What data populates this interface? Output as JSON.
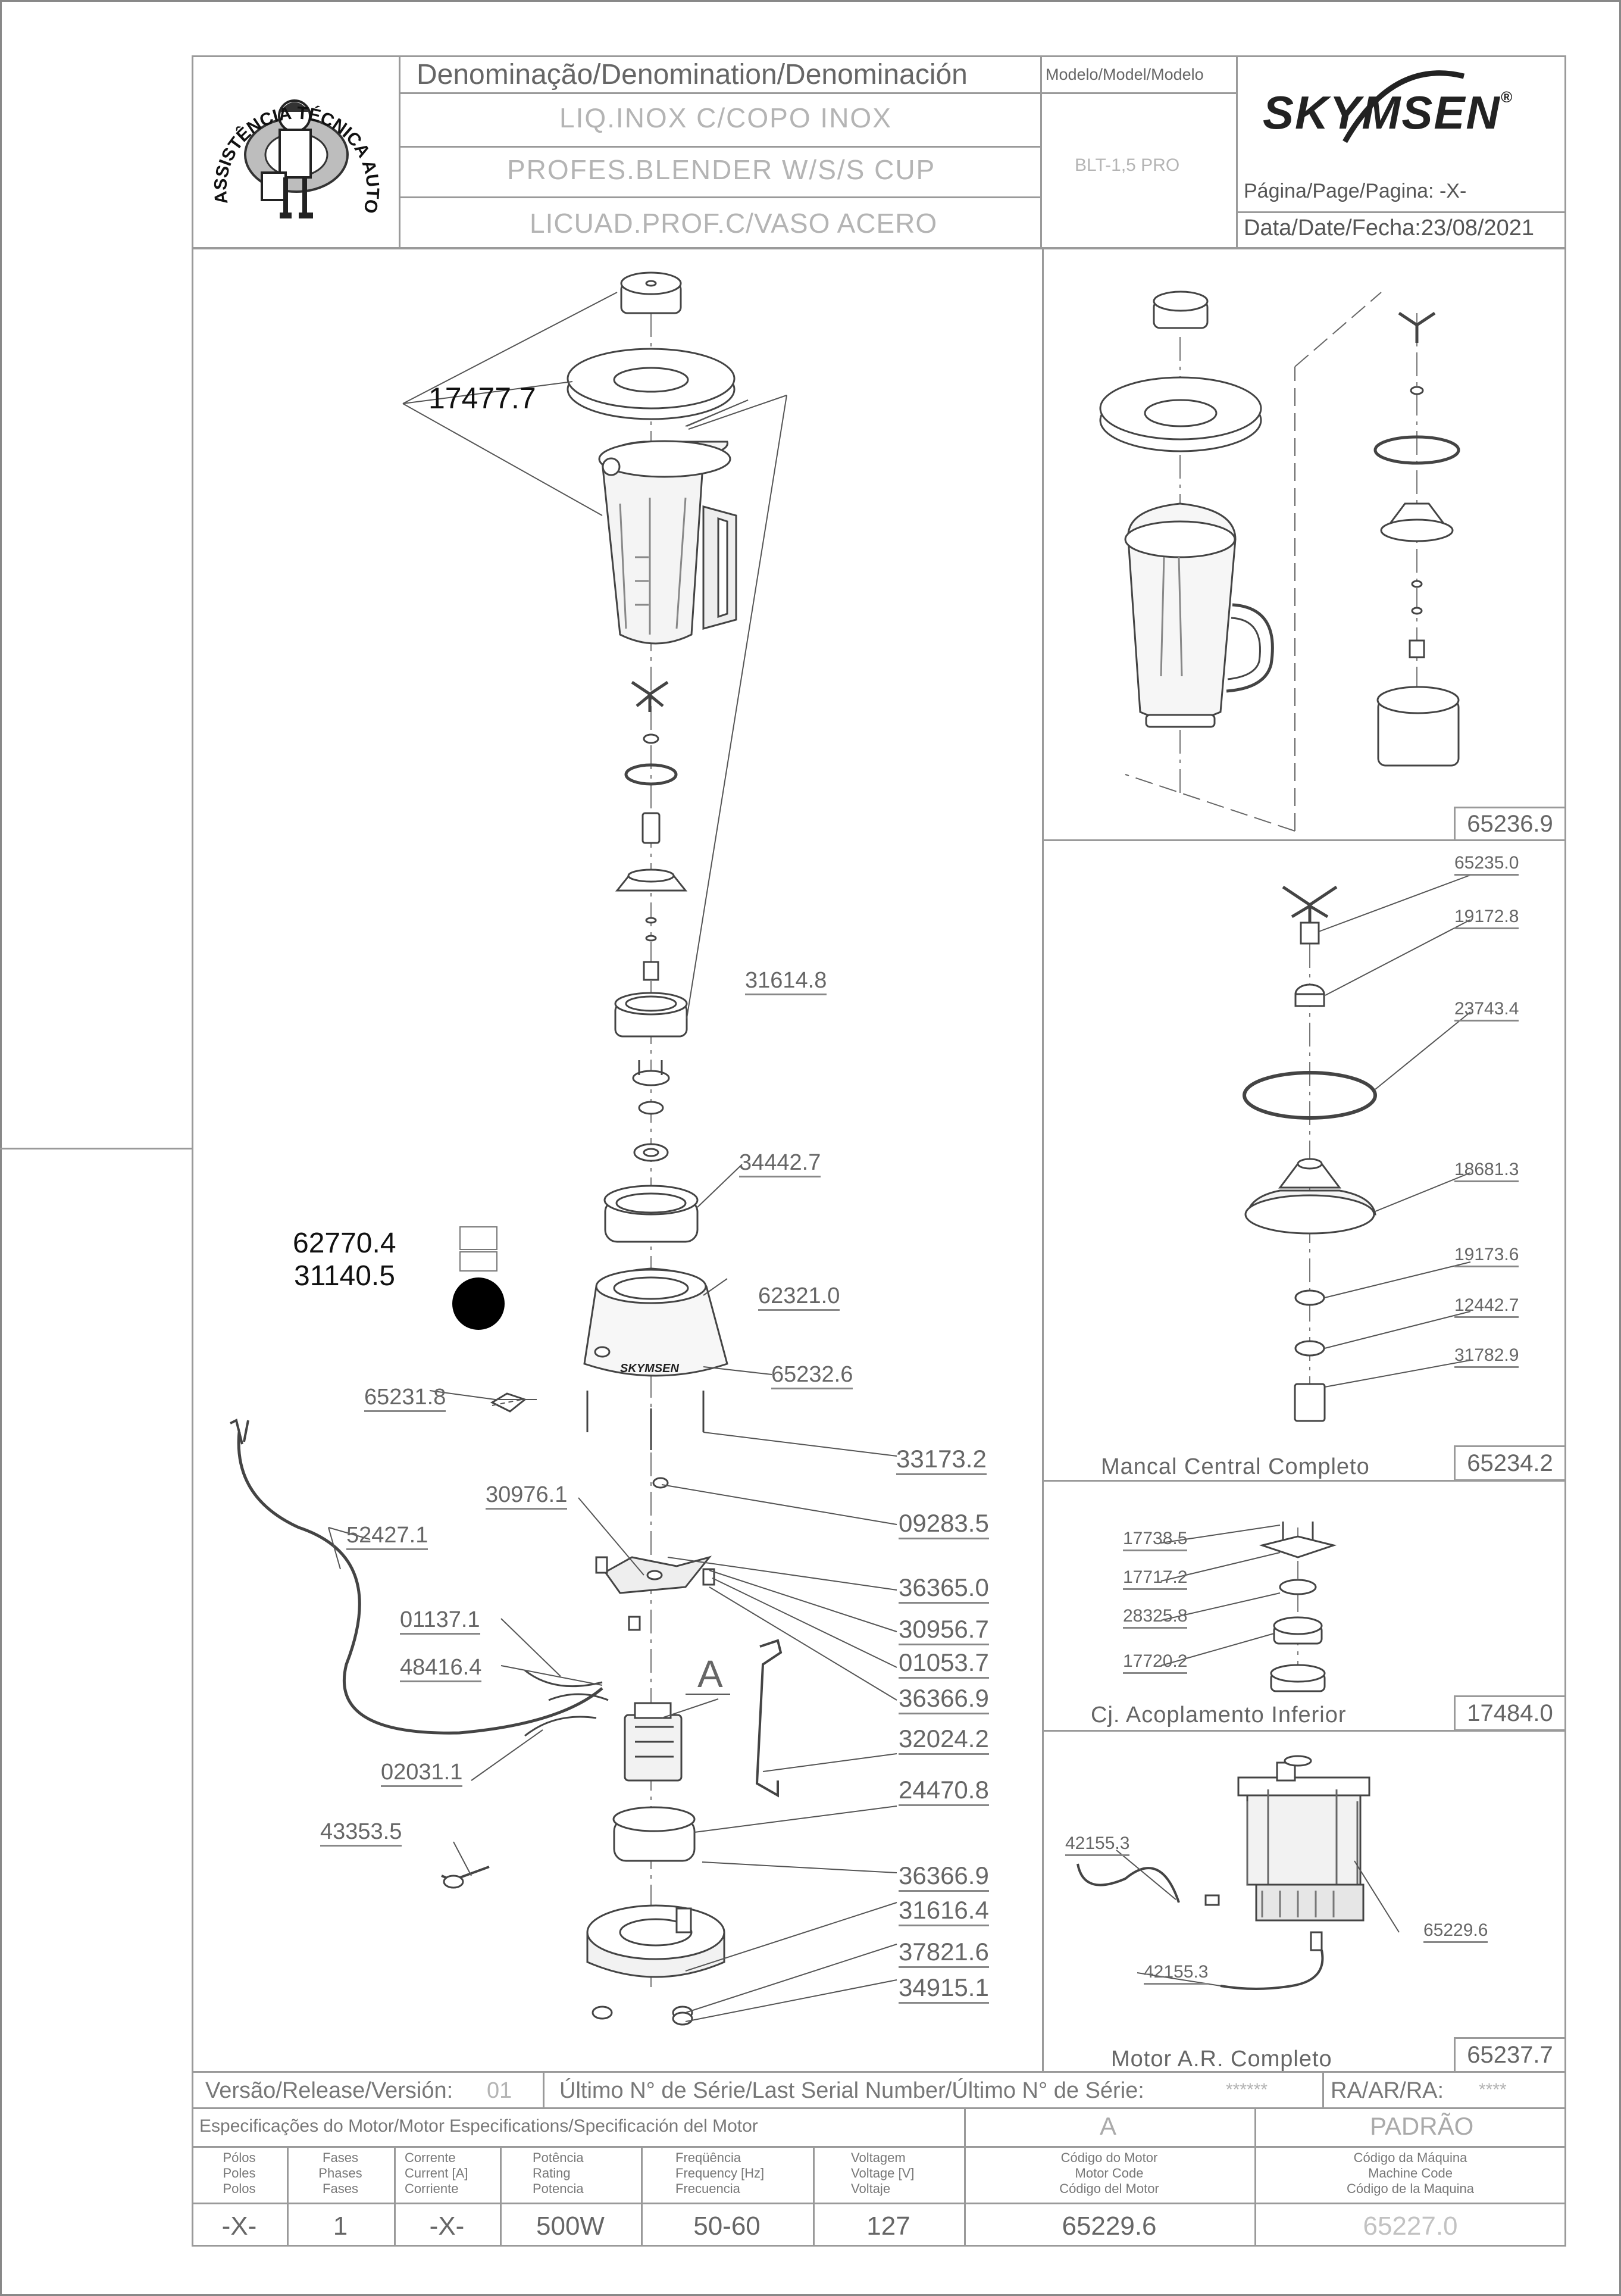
{
  "header": {
    "denomination_label": "Denominação/Denomination/Denominación",
    "names": [
      "LIQ.INOX C/COPO INOX",
      "PROFES.BLENDER W/S/S CUP",
      "LICUAD.PROF.C/VASO ACERO"
    ],
    "model_label": "Modelo/Model/Modelo",
    "model_value": "BLT-1,5 PRO",
    "brand": "SKYMSEN",
    "brand_mark": "®",
    "page_label": "Página/Page/Pagina:",
    "page_value": "-X-",
    "date_label": "Data/Date/Fecha:",
    "date_value": "23/08/2021",
    "seal_text": "ASSISTÊNCIA TÉCNICA AUTORIZADA"
  },
  "main_diagram": {
    "big_codes": [
      "17477.7",
      "62770.4",
      "31140.5"
    ],
    "callouts": [
      "31614.8",
      "34442.7",
      "62321.0",
      "65232.6",
      "65231.8",
      "33173.2",
      "30976.1",
      "09283.5",
      "52427.1",
      "36365.0",
      "01137.1",
      "30956.7",
      "48416.4",
      "01053.7",
      "36366.9",
      "32024.2",
      "02031.1",
      "24470.8",
      "43353.5",
      "36366.9",
      "31616.4",
      "37821.6",
      "34915.1"
    ],
    "motor_marker": "A",
    "body_logo": "SKYMSEN"
  },
  "panels": [
    {
      "code": "65236.9",
      "title": "",
      "callouts": []
    },
    {
      "code": "65234.2",
      "title": "Mancal Central Completo",
      "callouts": [
        "65235.0",
        "19172.8",
        "23743.4",
        "18681.3",
        "19173.6",
        "12442.7",
        "31782.9"
      ]
    },
    {
      "code": "17484.0",
      "title": "Cj. Acoplamento Inferior",
      "callouts": [
        "17738.5",
        "17717.2",
        "28325.8",
        "17720.2"
      ]
    },
    {
      "code": "65237.7",
      "title": "Motor A.R. Completo",
      "callouts": [
        "42155.3",
        "65229.6",
        "42155.3"
      ]
    }
  ],
  "footer": {
    "version_label": "Versão/Release/Versión:",
    "version_value": "01",
    "serial_label": "Último N° de Série/Last Serial Number/Último N° de Série:",
    "serial_value": "******",
    "ra_label": "RA/AR/RA:",
    "ra_value": "****",
    "spec_label": "Especificações do Motor/Motor Especifications/Specificación del Motor",
    "spec_a": "A",
    "spec_standard": "PADRÃO",
    "columns": [
      {
        "header": [
          "Pólos",
          "Poles",
          "Polos"
        ],
        "value": "-X-"
      },
      {
        "header": [
          "Fases",
          "Phases",
          "Fases"
        ],
        "value": "1"
      },
      {
        "header": [
          "Corrente",
          "Current [A]",
          "Corriente"
        ],
        "value": "-X-"
      },
      {
        "header": [
          "Potência",
          "Rating",
          "Potencia"
        ],
        "value": "500W"
      },
      {
        "header": [
          "Freqüência",
          "Frequency [Hz]",
          "Frecuencia"
        ],
        "value": "50-60"
      },
      {
        "header": [
          "Voltagem",
          "Voltage [V]",
          "Voltaje"
        ],
        "value": "127"
      },
      {
        "header": [
          "Código do Motor",
          "Motor Code",
          "Código del Motor"
        ],
        "value": "65229.6"
      },
      {
        "header": [
          "Código da Máquina",
          "Machine Code",
          "Código de la Maquina"
        ],
        "value": "65227.0"
      }
    ]
  }
}
